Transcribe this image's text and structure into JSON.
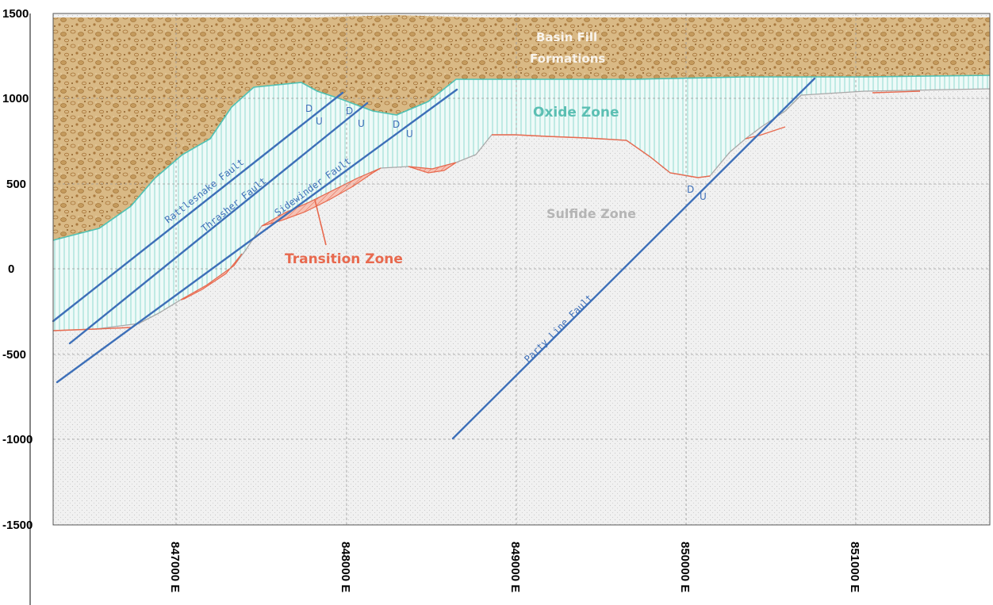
{
  "y_axis": {
    "ticks": [
      {
        "value": 1500,
        "label": "1500"
      },
      {
        "value": 1000,
        "label": "1000"
      },
      {
        "value": 500,
        "label": "500"
      },
      {
        "value": 0,
        "label": "0"
      },
      {
        "value": -500,
        "label": "-500"
      },
      {
        "value": -1000,
        "label": "-1000"
      },
      {
        "value": -1500,
        "label": "-1500"
      }
    ],
    "range": [
      -1500,
      1500
    ]
  },
  "x_axis": {
    "ticks": [
      {
        "value": 847000,
        "label": "847000 E"
      },
      {
        "value": 848000,
        "label": "848000 E"
      },
      {
        "value": 849000,
        "label": "849000 E"
      },
      {
        "value": 850000,
        "label": "850000 E"
      },
      {
        "value": 851000,
        "label": "851000 E"
      }
    ],
    "range": [
      846300,
      851780
    ]
  },
  "zones": {
    "basin_fill": "Basin Fill Formations",
    "oxide": "Oxide Zone",
    "sulfide": "Sulfide Zone",
    "transition": "Transition Zone"
  },
  "faults": {
    "rattlesnake": {
      "label": "Rattlesnake Fault",
      "down": "D",
      "up": "U"
    },
    "thrasher": {
      "label": "Thrasher Fault",
      "down": "D",
      "up": "U"
    },
    "sidewinder": {
      "label": "Sidewinder Fault",
      "down": "D",
      "up": "U"
    },
    "party_line": {
      "label": "Party Line Fault",
      "down": "D",
      "up": "U"
    }
  },
  "colors": {
    "basin_fill": "#d2b07a",
    "basin_speckle": "#a9783d",
    "oxide_fill": "#e8f7f5",
    "oxide_hatch": "#7fd3c9",
    "oxide_boundary": "#4fc2b5",
    "sulfide_fill": "#f2f2f2",
    "transition": "#e8694e",
    "fault": "#3d6fb8",
    "grid": "#9a9a9a"
  }
}
